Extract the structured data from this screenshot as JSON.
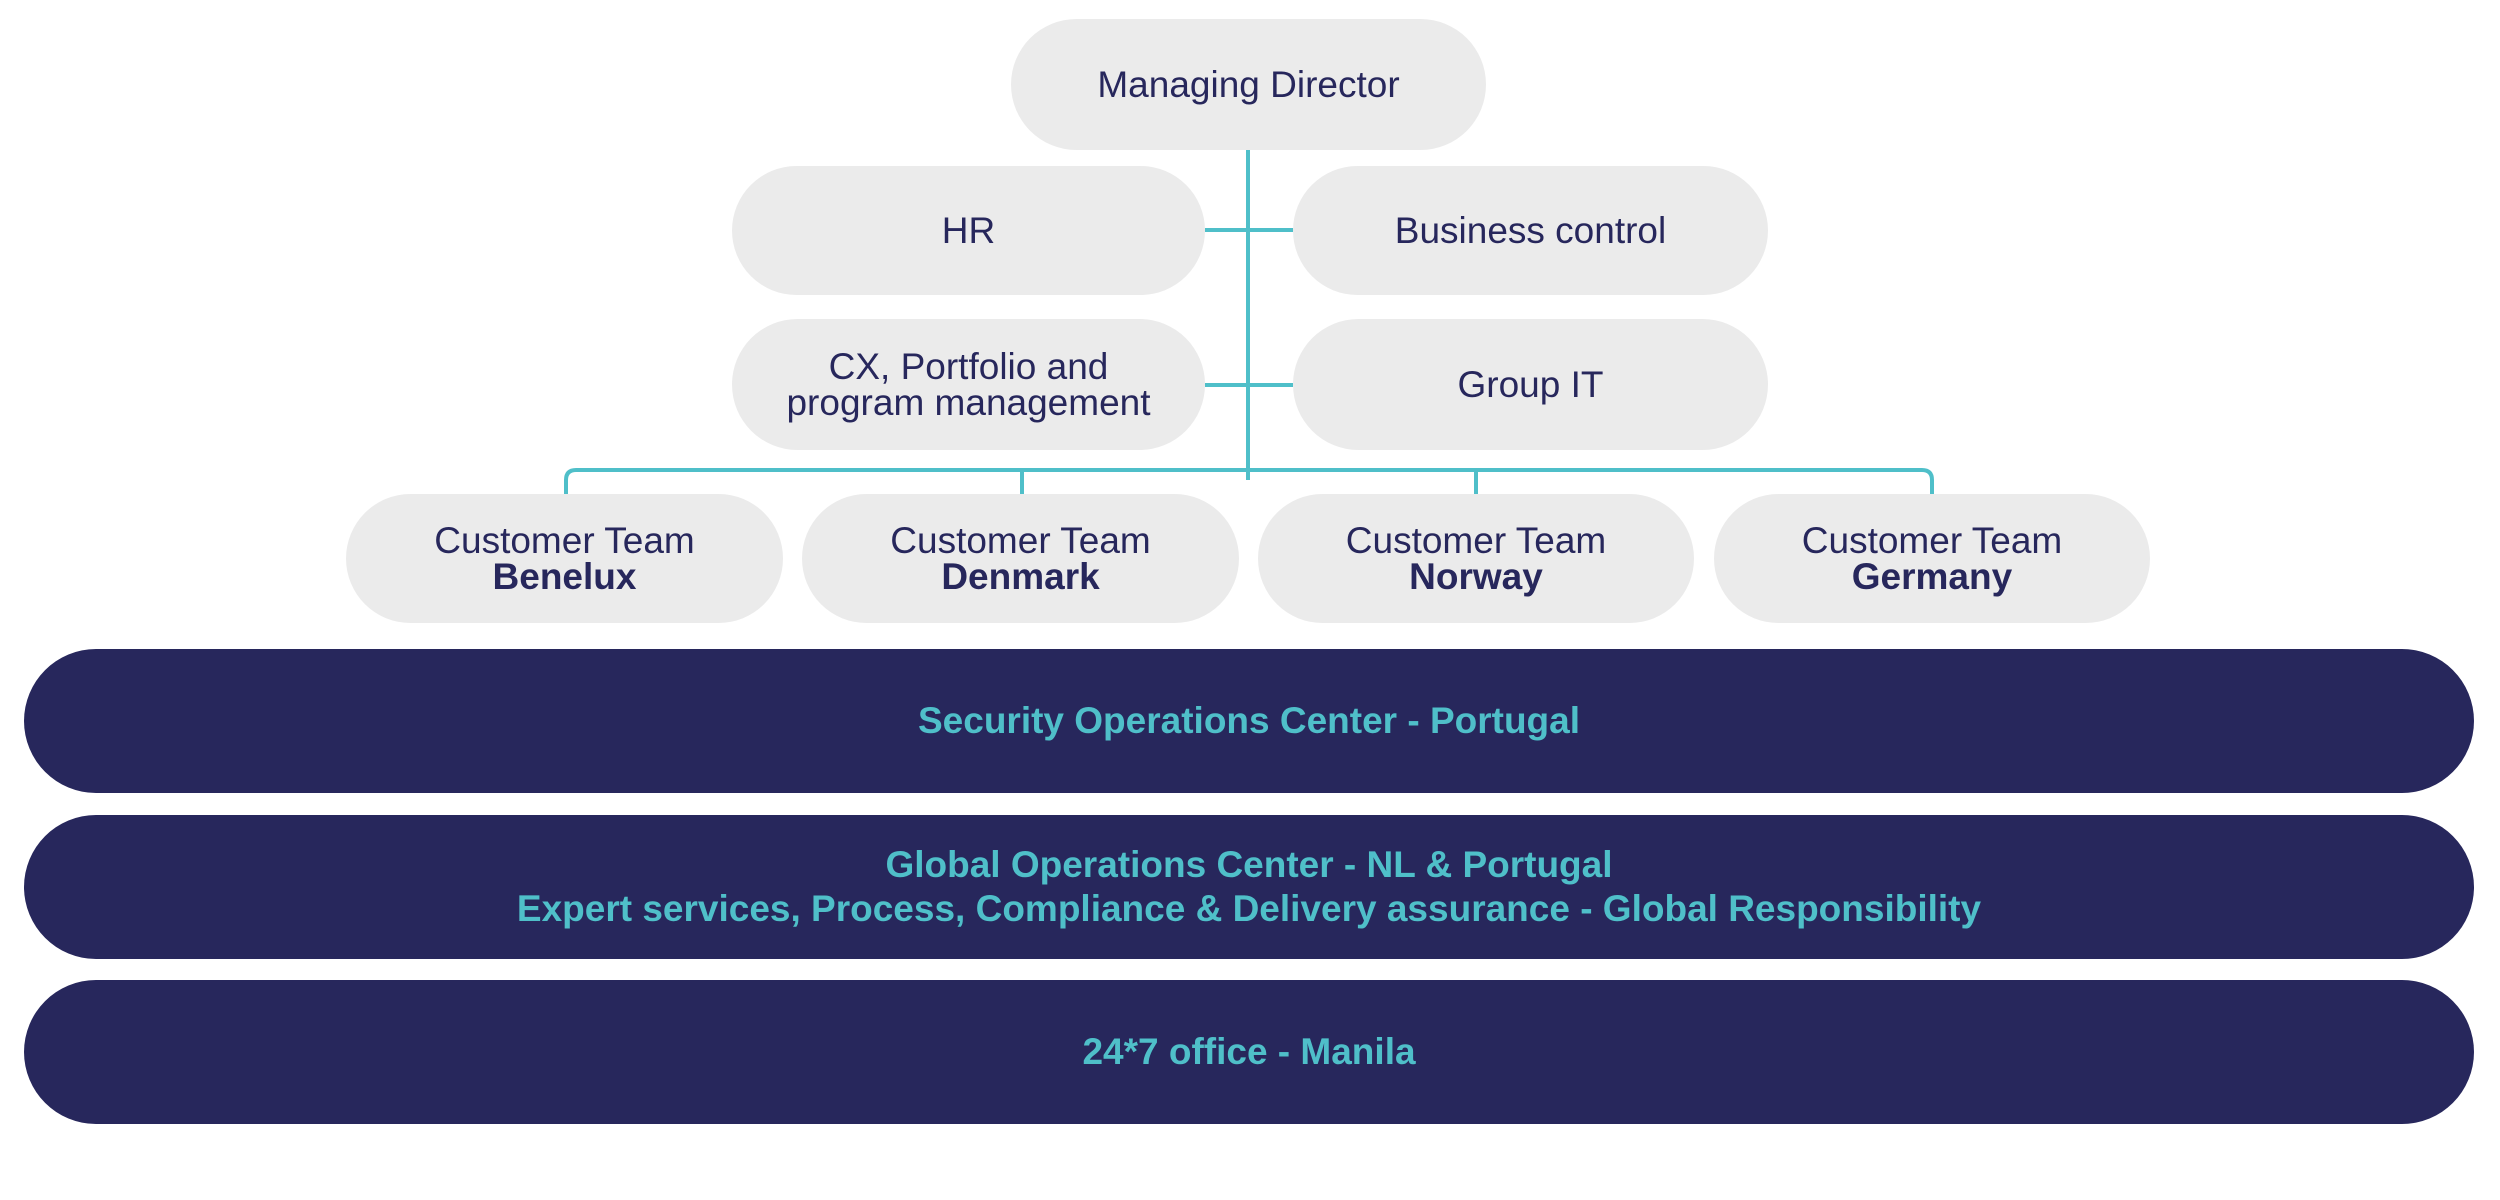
{
  "top": {
    "label": "Managing Director"
  },
  "staff": [
    {
      "label": "HR"
    },
    {
      "label": "Business control"
    },
    {
      "line1": "CX, Portfolio and",
      "line2": "program management"
    },
    {
      "label": "Group IT"
    }
  ],
  "teams": [
    {
      "prefix": "Customer Team",
      "region": "Benelux"
    },
    {
      "prefix": "Customer Team",
      "region": "Denmark"
    },
    {
      "prefix": "Customer Team",
      "region": "Norway"
    },
    {
      "prefix": "Customer Team",
      "region": "Germany"
    }
  ],
  "bars": [
    {
      "line1": "Security Operations Center - Portugal"
    },
    {
      "line1": "Global Operations Center - NL & Portugal",
      "line2": "Expert services, Process, Compliance & Delivery assurance - Global Responsibility"
    },
    {
      "line1": "24*7 office - Manila"
    }
  ],
  "colors": {
    "node": "#ebebeb",
    "text": "#27275c",
    "connector": "#4fbfc9",
    "bar": "#27275c"
  }
}
